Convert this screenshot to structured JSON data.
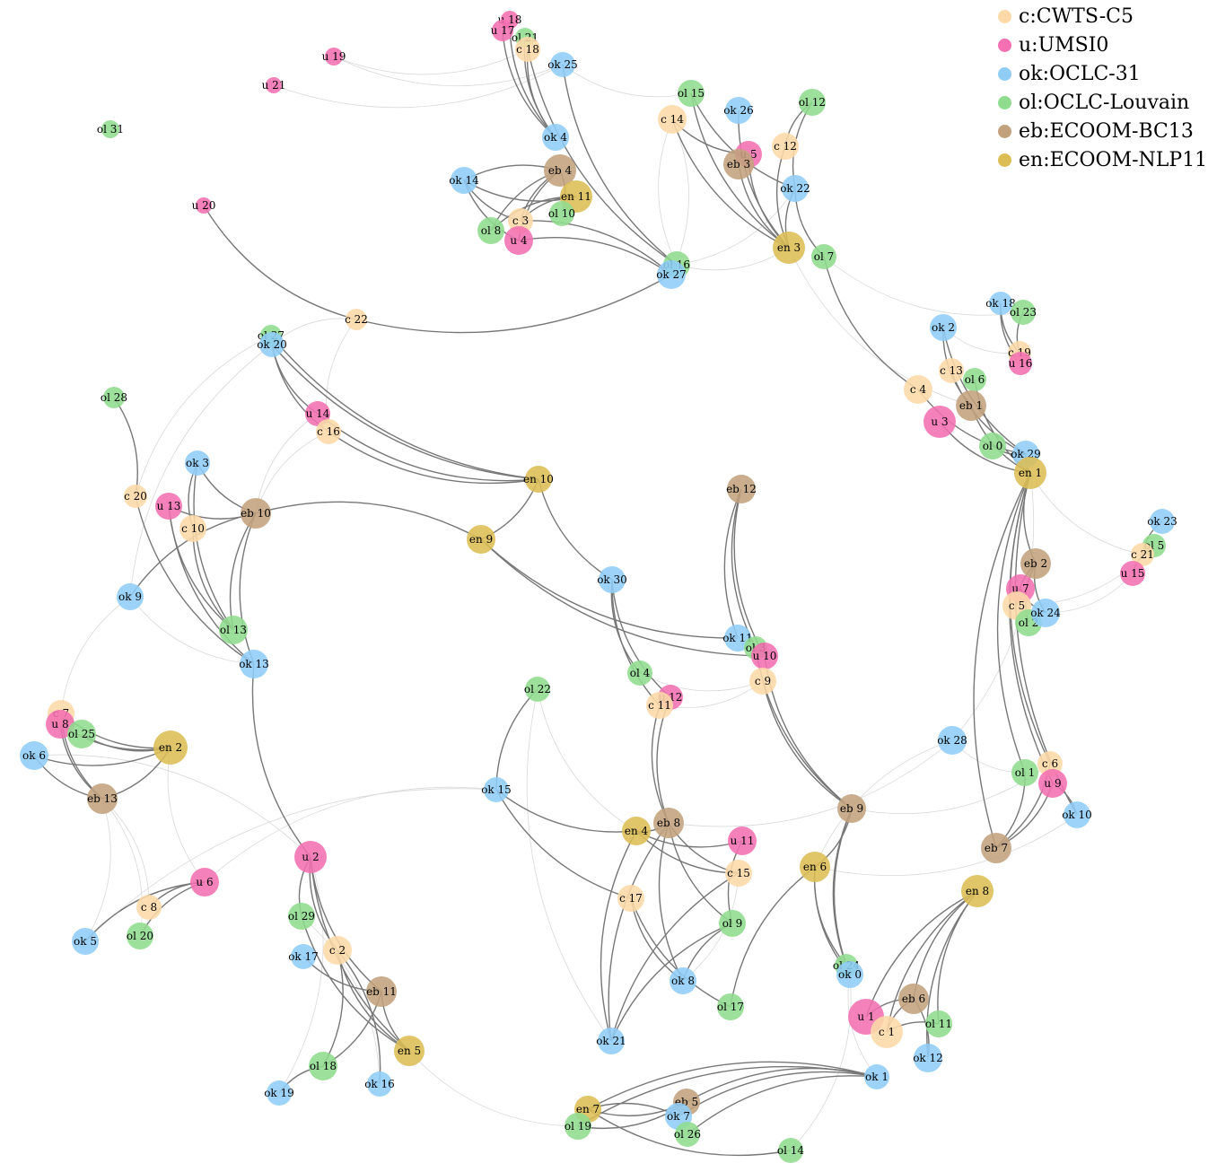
{
  "colors": {
    "c": "#fdd9a8",
    "u": "#f470b2",
    "ok": "#8fcdf7",
    "ol": "#8fdc8e",
    "eb": "#c2a27c",
    "en": "#dcbd54"
  },
  "legend": [
    {
      "key": "c",
      "label": "c:CWTS-C5"
    },
    {
      "key": "u",
      "label": "u:UMSI0"
    },
    {
      "key": "ok",
      "label": "ok:OCLC-31"
    },
    {
      "key": "ol",
      "label": "ol:OCLC-Louvain"
    },
    {
      "key": "eb",
      "label": "eb:ECOOM-BC13"
    },
    {
      "key": "en",
      "label": "en:ECOOM-NLP11"
    }
  ],
  "nodes": [
    {
      "id": "u 18"
    },
    {
      "id": "u 17"
    },
    {
      "id": "ol 21"
    },
    {
      "id": "c 18"
    },
    {
      "id": "ok 25"
    },
    {
      "id": "u 19"
    },
    {
      "id": "u 21"
    },
    {
      "id": "ol 31"
    },
    {
      "id": "u 20"
    },
    {
      "id": "ok 4"
    },
    {
      "id": "eb 4"
    },
    {
      "id": "ok 14"
    },
    {
      "id": "en 11"
    },
    {
      "id": "c 3"
    },
    {
      "id": "ol 10"
    },
    {
      "id": "ol 8"
    },
    {
      "id": "u 4"
    },
    {
      "id": "ol 15"
    },
    {
      "id": "ok 26"
    },
    {
      "id": "c 14"
    },
    {
      "id": "ol 12"
    },
    {
      "id": "u 5"
    },
    {
      "id": "eb 3"
    },
    {
      "id": "c 12"
    },
    {
      "id": "ok 22"
    },
    {
      "id": "en 3"
    },
    {
      "id": "ol 7"
    },
    {
      "id": "ol 16"
    },
    {
      "id": "ok 27"
    },
    {
      "id": "c 22"
    },
    {
      "id": "ol 27"
    },
    {
      "id": "ok 20"
    },
    {
      "id": "u 14"
    },
    {
      "id": "c 16"
    },
    {
      "id": "ol 28"
    },
    {
      "id": "en 10"
    },
    {
      "id": "c 20"
    },
    {
      "id": "ok 3"
    },
    {
      "id": "u 13"
    },
    {
      "id": "eb 10"
    },
    {
      "id": "c 10"
    },
    {
      "id": "en 9"
    },
    {
      "id": "eb 12"
    },
    {
      "id": "ok 9"
    },
    {
      "id": "ok 30"
    },
    {
      "id": "ol 13"
    },
    {
      "id": "ok 13"
    },
    {
      "id": "ok 18"
    },
    {
      "id": "ol 23"
    },
    {
      "id": "ok 2"
    },
    {
      "id": "c 19"
    },
    {
      "id": "u 16"
    },
    {
      "id": "c 13"
    },
    {
      "id": "c 4"
    },
    {
      "id": "ol 6"
    },
    {
      "id": "eb 1"
    },
    {
      "id": "u 3"
    },
    {
      "id": "ol 0"
    },
    {
      "id": "ok 29"
    },
    {
      "id": "en 1"
    },
    {
      "id": "ok 23"
    },
    {
      "id": "ol 5"
    },
    {
      "id": "c 21"
    },
    {
      "id": "u 15"
    },
    {
      "id": "eb 2"
    },
    {
      "id": "u 7"
    },
    {
      "id": "c 5"
    },
    {
      "id": "ol 2"
    },
    {
      "id": "ok 24"
    },
    {
      "id": "ok 11"
    },
    {
      "id": "ol 3"
    },
    {
      "id": "u 10"
    },
    {
      "id": "c 9"
    },
    {
      "id": "ol 4"
    },
    {
      "id": "u 12"
    },
    {
      "id": "c 11"
    },
    {
      "id": "ol 22"
    },
    {
      "id": "ok 28"
    },
    {
      "id": "c 6"
    },
    {
      "id": "ol 1"
    },
    {
      "id": "u 9"
    },
    {
      "id": "ok 10"
    },
    {
      "id": "eb 9"
    },
    {
      "id": "eb 7"
    },
    {
      "id": "c 7"
    },
    {
      "id": "u 8"
    },
    {
      "id": "ol 25"
    },
    {
      "id": "ok 6"
    },
    {
      "id": "en 2"
    },
    {
      "id": "eb 13"
    },
    {
      "id": "u 6"
    },
    {
      "id": "c 8"
    },
    {
      "id": "ok 5"
    },
    {
      "id": "ol 20"
    },
    {
      "id": "ok 15"
    },
    {
      "id": "en 4"
    },
    {
      "id": "eb 8"
    },
    {
      "id": "u 11"
    },
    {
      "id": "c 15"
    },
    {
      "id": "en 6"
    },
    {
      "id": "en 8"
    },
    {
      "id": "u 2"
    },
    {
      "id": "c 17"
    },
    {
      "id": "ol 9"
    },
    {
      "id": "ol 29"
    },
    {
      "id": "c 2"
    },
    {
      "id": "ok 17"
    },
    {
      "id": "eb 11"
    },
    {
      "id": "ok 8"
    },
    {
      "id": "ol 17"
    },
    {
      "id": "ol 24"
    },
    {
      "id": "ok 0"
    },
    {
      "id": "eb 6"
    },
    {
      "id": "u 1"
    },
    {
      "id": "ol 11"
    },
    {
      "id": "c 1"
    },
    {
      "id": "ok 12"
    },
    {
      "id": "en 5"
    },
    {
      "id": "ol 18"
    },
    {
      "id": "ok 21"
    },
    {
      "id": "ok 16"
    },
    {
      "id": "ok 19"
    },
    {
      "id": "ok 1"
    },
    {
      "id": "eb 5"
    },
    {
      "id": "en 7"
    },
    {
      "id": "ok 7"
    },
    {
      "id": "ol 19"
    },
    {
      "id": "ol 26"
    },
    {
      "id": "ol 14"
    }
  ],
  "edges_strong": [
    [
      "u 17",
      "ok 4"
    ],
    [
      "u 18",
      "ok 4"
    ],
    [
      "ol 21",
      "ok 4"
    ],
    [
      "c 18",
      "ok 4"
    ],
    [
      "c 18",
      "ol 16"
    ],
    [
      "ok 25",
      "ol 16"
    ],
    [
      "u 20",
      "c 22"
    ],
    [
      "c 22",
      "ok 27"
    ],
    [
      "ok 27",
      "u 4"
    ],
    [
      "ok 27",
      "c 3"
    ],
    [
      "eb 4",
      "ok 14"
    ],
    [
      "eb 4",
      "ol 8"
    ],
    [
      "eb 4",
      "u 4"
    ],
    [
      "eb 4",
      "c 3"
    ],
    [
      "ok 14",
      "c 3"
    ],
    [
      "ok 14",
      "u 4"
    ],
    [
      "ok 14",
      "en 11"
    ],
    [
      "en 11",
      "ol 8"
    ],
    [
      "en 11",
      "c 3"
    ],
    [
      "ol 10",
      "eb 4"
    ],
    [
      "c 14",
      "en 3"
    ],
    [
      "c 14",
      "u 5"
    ],
    [
      "ol 15",
      "en 3"
    ],
    [
      "ok 26",
      "en 3"
    ],
    [
      "ol 15",
      "ok 22"
    ],
    [
      "u 5",
      "en 3"
    ],
    [
      "eb 3",
      "en 3"
    ],
    [
      "ol 12",
      "c 12"
    ],
    [
      "ol 12",
      "ok 22"
    ],
    [
      "ok 22",
      "en 3"
    ],
    [
      "ok 22",
      "ol 7"
    ],
    [
      "c 12",
      "en 3"
    ],
    [
      "ol 7",
      "c 4"
    ],
    [
      "ok 20",
      "en 10"
    ],
    [
      "ol 27",
      "en 10"
    ],
    [
      "u 14",
      "en 10"
    ],
    [
      "c 16",
      "en 10"
    ],
    [
      "ok 20",
      "u 14"
    ],
    [
      "ok 20",
      "c 16"
    ],
    [
      "en 10",
      "ok 30"
    ],
    [
      "ok 30",
      "ol 4"
    ],
    [
      "ok 30",
      "c 11"
    ],
    [
      "ok 30",
      "u 12"
    ],
    [
      "c 11",
      "eb 8"
    ],
    [
      "u 12",
      "eb 8"
    ],
    [
      "en 9",
      "eb 10"
    ],
    [
      "en 9",
      "en 10"
    ],
    [
      "en 9",
      "ok 11"
    ],
    [
      "en 9",
      "u 10"
    ],
    [
      "eb 12",
      "u 10"
    ],
    [
      "eb 12",
      "ol 3"
    ],
    [
      "eb 12",
      "ok 11"
    ],
    [
      "c 20",
      "ol 28"
    ],
    [
      "c 20",
      "ok 13"
    ],
    [
      "ok 3",
      "ol 13"
    ],
    [
      "ok 3",
      "eb 10"
    ],
    [
      "u 13",
      "eb 10"
    ],
    [
      "u 13",
      "ok 13"
    ],
    [
      "u 13",
      "ol 13"
    ],
    [
      "c 10",
      "ol 13"
    ],
    [
      "eb 10",
      "ol 13"
    ],
    [
      "eb 10",
      "ok 13"
    ],
    [
      "eb 10",
      "ok 9"
    ],
    [
      "ok 3",
      "c 10"
    ],
    [
      "ok 13",
      "u 2"
    ],
    [
      "ok 2",
      "eb 1"
    ],
    [
      "ok 2",
      "ok 29"
    ],
    [
      "c 13",
      "ok 29"
    ],
    [
      "c 4",
      "ok 29"
    ],
    [
      "u 3",
      "en 1"
    ],
    [
      "eb 1",
      "en 1"
    ],
    [
      "ol 6",
      "en 1"
    ],
    [
      "ol 0",
      "ok 29"
    ],
    [
      "ok 18",
      "c 19"
    ],
    [
      "ol 23",
      "c 19"
    ],
    [
      "ok 18",
      "u 16"
    ],
    [
      "ok 29",
      "en 1"
    ],
    [
      "en 1",
      "eb 2"
    ],
    [
      "en 1",
      "eb 7"
    ],
    [
      "en 1",
      "ok 10"
    ],
    [
      "en 1",
      "c 6"
    ],
    [
      "en 1",
      "u 9"
    ],
    [
      "en 1",
      "ol 1"
    ],
    [
      "eb 2",
      "ok 24"
    ],
    [
      "eb 2",
      "ol 2"
    ],
    [
      "eb 2",
      "c 5"
    ],
    [
      "u 7",
      "ok 24"
    ],
    [
      "ok 23",
      "c 21"
    ],
    [
      "ol 5",
      "u 15"
    ],
    [
      "eb 7",
      "c 6"
    ],
    [
      "eb 7",
      "ol 1"
    ],
    [
      "eb 7",
      "u 9"
    ],
    [
      "ok 10",
      "u 9"
    ],
    [
      "u 10",
      "eb 9"
    ],
    [
      "c 9",
      "eb 9"
    ],
    [
      "ol 3",
      "eb 9"
    ],
    [
      "eb 9",
      "ol 24"
    ],
    [
      "eb 9",
      "ok 0"
    ],
    [
      "en 6",
      "ok 0"
    ],
    [
      "en 6",
      "ol 24"
    ],
    [
      "en 6",
      "eb 9"
    ],
    [
      "en 6",
      "ol 17"
    ],
    [
      "c 7",
      "en 2"
    ],
    [
      "u 8",
      "en 2"
    ],
    [
      "ol 25",
      "en 2"
    ],
    [
      "ok 6",
      "en 2"
    ],
    [
      "eb 13",
      "en 2"
    ],
    [
      "ok 6",
      "eb 13"
    ],
    [
      "c 7",
      "eb 13"
    ],
    [
      "u 8",
      "eb 13"
    ],
    [
      "u 6",
      "ol 20"
    ],
    [
      "u 6",
      "ok 5"
    ],
    [
      "u 6",
      "c 8"
    ],
    [
      "ol 22",
      "ok 15"
    ],
    [
      "ok 15",
      "en 4"
    ],
    [
      "ok 15",
      "c 17"
    ],
    [
      "en 4",
      "eb 8"
    ],
    [
      "en 4",
      "u 11"
    ],
    [
      "en 4",
      "c 15"
    ],
    [
      "eb 8",
      "c 15"
    ],
    [
      "eb 8",
      "ol 9"
    ],
    [
      "eb 8",
      "ok 8"
    ],
    [
      "eb 8",
      "ok 21"
    ],
    [
      "c 17",
      "ok 8"
    ],
    [
      "c 17",
      "ol 17"
    ],
    [
      "ol 9",
      "ok 21"
    ],
    [
      "ol 9",
      "ok 8"
    ],
    [
      "u 11",
      "ol 9"
    ],
    [
      "c 15",
      "ok 21"
    ],
    [
      "en 4",
      "ok 21"
    ],
    [
      "u 2",
      "c 2"
    ],
    [
      "u 2",
      "eb 11"
    ],
    [
      "u 2",
      "en 5"
    ],
    [
      "u 2",
      "ol 29"
    ],
    [
      "c 2",
      "en 5"
    ],
    [
      "eb 11",
      "en 5"
    ],
    [
      "ol 29",
      "en 5"
    ],
    [
      "ok 17",
      "eb 11"
    ],
    [
      "ol 18",
      "ok 19"
    ],
    [
      "ol 18",
      "eb 11"
    ],
    [
      "ok 16",
      "c 2"
    ],
    [
      "ol 18",
      "c 2"
    ],
    [
      "en 8",
      "eb 6"
    ],
    [
      "en 8",
      "c 1"
    ],
    [
      "en 8",
      "ol 11"
    ],
    [
      "en 8",
      "ok 12"
    ],
    [
      "en 8",
      "u 1"
    ],
    [
      "eb 6",
      "u 1"
    ],
    [
      "eb 6",
      "c 1"
    ],
    [
      "ol 11",
      "c 1"
    ],
    [
      "ok 12",
      "eb 6"
    ],
    [
      "ok 1",
      "en 7"
    ],
    [
      "ok 1",
      "ok 7"
    ],
    [
      "ok 1",
      "eb 5"
    ],
    [
      "ok 1",
      "ol 19"
    ],
    [
      "ok 1",
      "ol 26"
    ],
    [
      "en 7",
      "eb 5"
    ],
    [
      "en 7",
      "ol 14"
    ],
    [
      "ol 19",
      "eb 5"
    ],
    [
      "ok 7",
      "en 7"
    ]
  ],
  "edges_weak": [
    [
      "u 19",
      "ok 25"
    ],
    [
      "u 21",
      "ok 25"
    ],
    [
      "u 19",
      "c 18"
    ],
    [
      "ok 25",
      "ol 15"
    ],
    [
      "c 14",
      "ol 16"
    ],
    [
      "ol 16",
      "ok 22"
    ],
    [
      "ok 27",
      "c 14"
    ],
    [
      "ol 16",
      "en 3"
    ],
    [
      "ol 7",
      "ol 23"
    ],
    [
      "c 22",
      "ok 20"
    ],
    [
      "c 22",
      "c 16"
    ],
    [
      "ol 27",
      "c 20"
    ],
    [
      "ok 20",
      "ok 9"
    ],
    [
      "u 14",
      "eb 10"
    ],
    [
      "c 16",
      "eb 10"
    ],
    [
      "ok 9",
      "ok 13"
    ],
    [
      "ok 9",
      "c 7"
    ],
    [
      "ok 28",
      "en 1"
    ],
    [
      "ok 28",
      "ol 1"
    ],
    [
      "eb 9",
      "c 6"
    ],
    [
      "en 6",
      "ok 10"
    ],
    [
      "ok 15",
      "u 6"
    ],
    [
      "ok 15",
      "ok 5"
    ],
    [
      "c 8",
      "eb 13"
    ],
    [
      "ok 5",
      "eb 13"
    ],
    [
      "ol 20",
      "eb 13"
    ],
    [
      "en 2",
      "u 6"
    ],
    [
      "ol 22",
      "ok 21"
    ],
    [
      "ol 22",
      "en 4"
    ],
    [
      "c 11",
      "c 9"
    ],
    [
      "ol 4",
      "c 9"
    ],
    [
      "u 2",
      "ok 6"
    ],
    [
      "ok 19",
      "u 2"
    ],
    [
      "ok 16",
      "ol 29"
    ],
    [
      "en 5",
      "ol 19"
    ],
    [
      "ok 0",
      "ok 1"
    ],
    [
      "ok 28",
      "en 6"
    ],
    [
      "ok 8",
      "c 15"
    ],
    [
      "eb 8",
      "ok 28"
    ],
    [
      "ok 24",
      "u 15"
    ],
    [
      "c 5",
      "ol 5"
    ],
    [
      "en 1",
      "c 21"
    ],
    [
      "ok 2",
      "c 19"
    ],
    [
      "en 3",
      "eb 1"
    ],
    [
      "ol 14",
      "ok 0"
    ]
  ]
}
